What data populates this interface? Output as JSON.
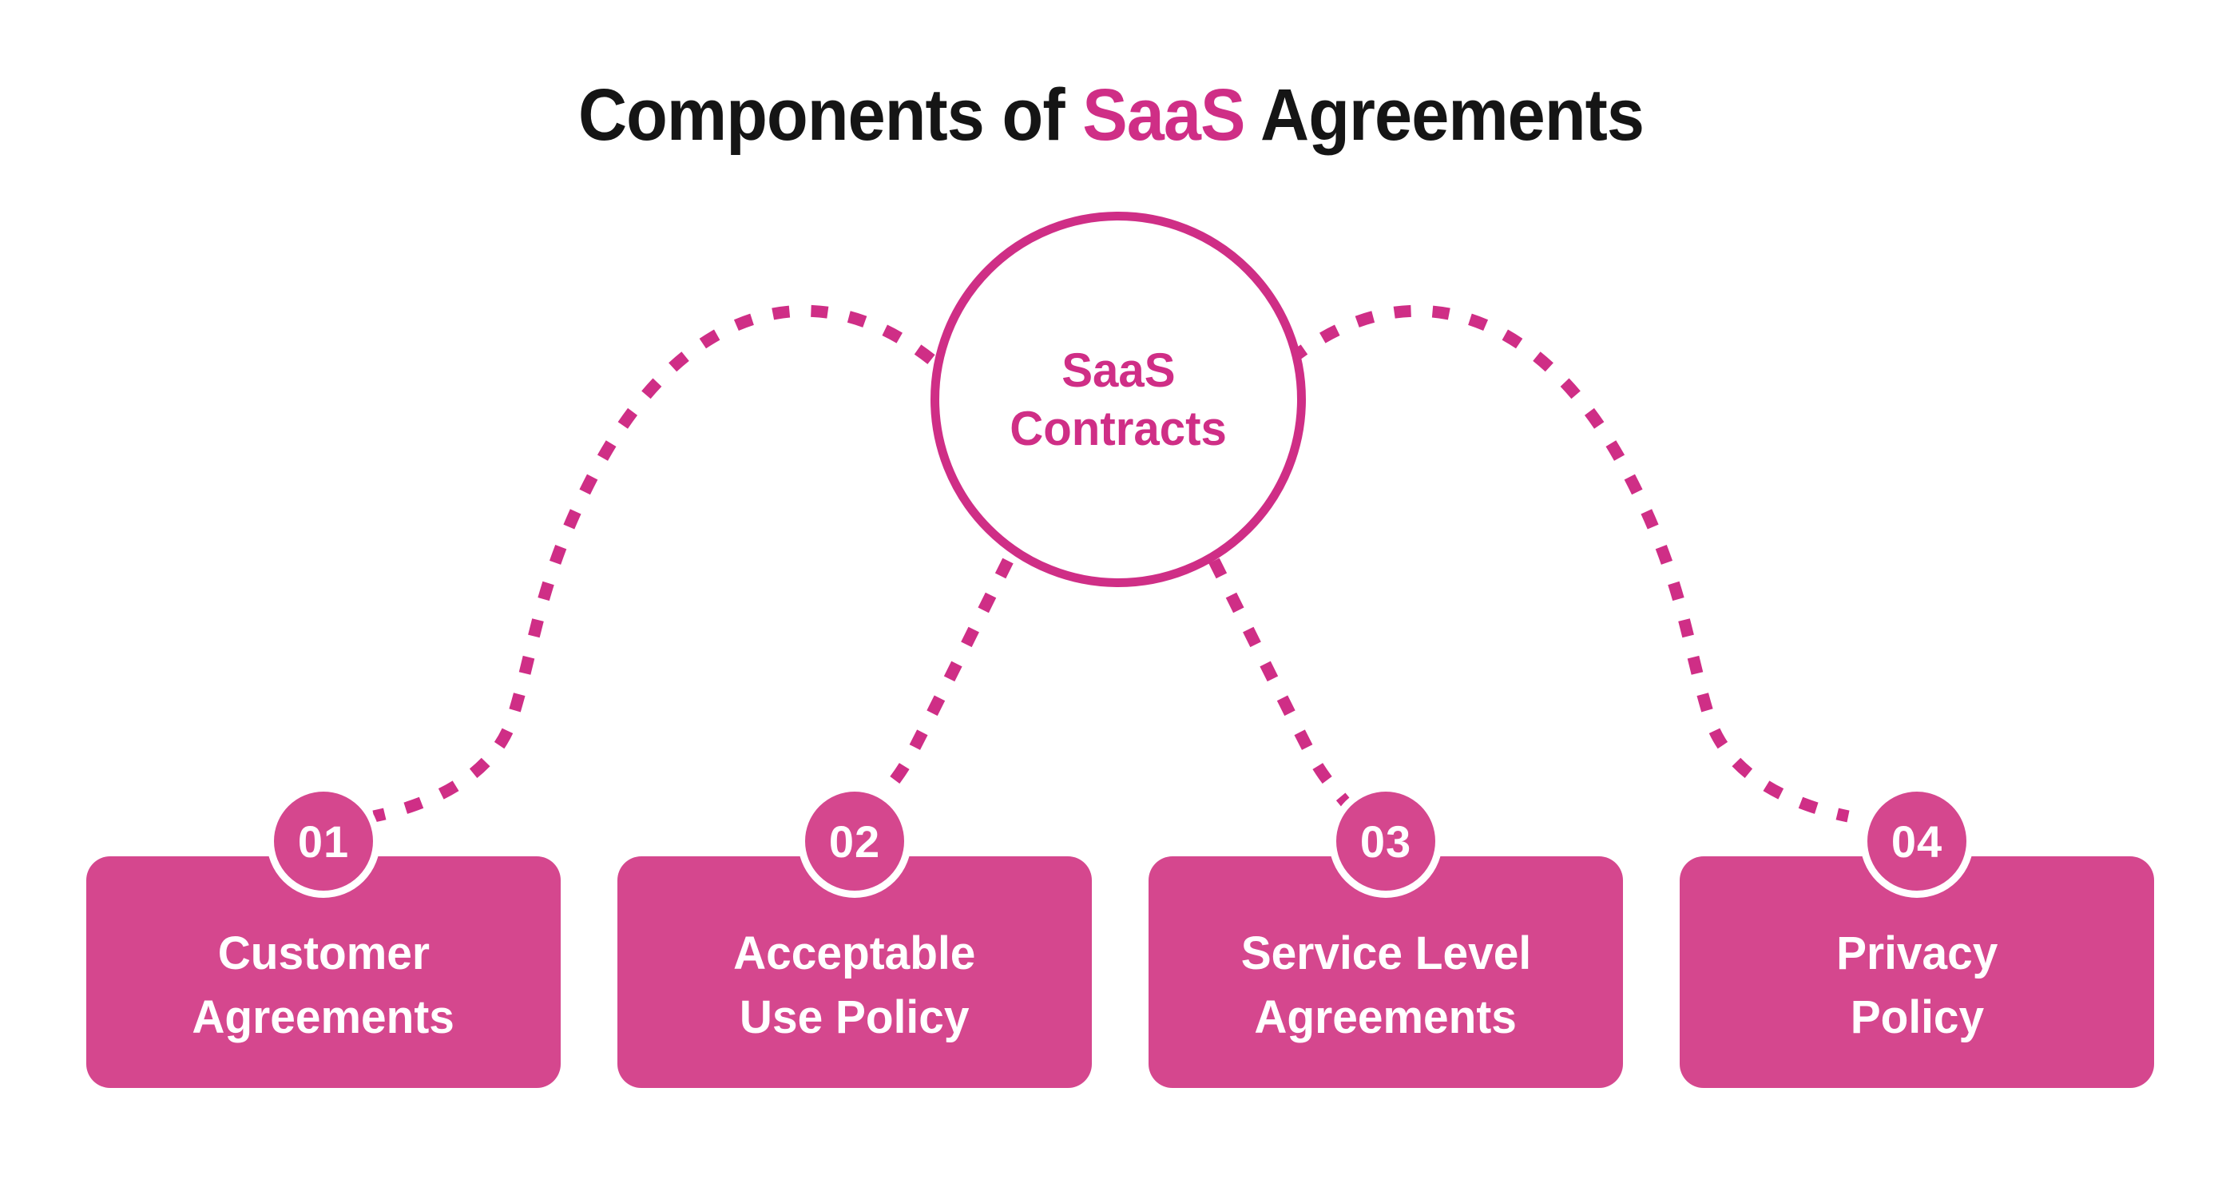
{
  "title": {
    "prefix": "Components of ",
    "highlight": "SaaS",
    "suffix": " Agreements"
  },
  "hub": {
    "line1": "SaaS",
    "line2": "Contracts"
  },
  "components": [
    {
      "number": "01",
      "label_line1": "Customer",
      "label_line2": "Agreements"
    },
    {
      "number": "02",
      "label_line1": "Acceptable",
      "label_line2": "Use Policy"
    },
    {
      "number": "03",
      "label_line1": "Service Level",
      "label_line2": "Agreements"
    },
    {
      "number": "04",
      "label_line1": "Privacy",
      "label_line2": "Policy"
    }
  ],
  "colors": {
    "accent": "#cf2e86",
    "box_fill": "#d5478e",
    "title_color": "#151515",
    "background": "#ffffff"
  }
}
